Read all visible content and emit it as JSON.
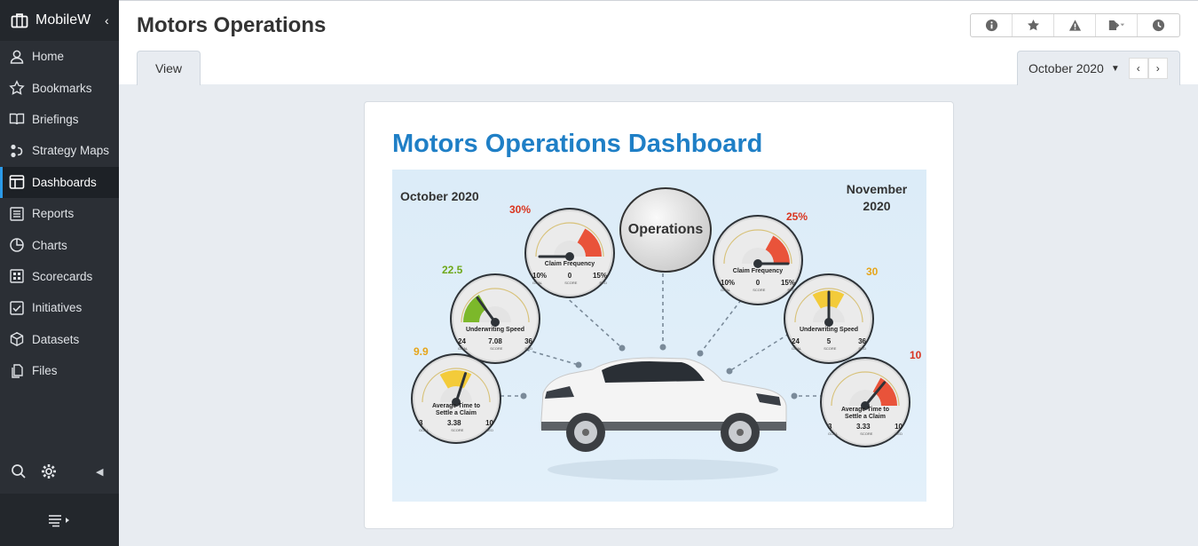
{
  "app": {
    "brand": "MobileW"
  },
  "sidebar": {
    "items": [
      {
        "label": "Home",
        "icon": "user-icon"
      },
      {
        "label": "Bookmarks",
        "icon": "star-icon"
      },
      {
        "label": "Briefings",
        "icon": "book-icon"
      },
      {
        "label": "Strategy Maps",
        "icon": "strategy-map-icon"
      },
      {
        "label": "Dashboards",
        "icon": "dashboard-icon",
        "active": true
      },
      {
        "label": "Reports",
        "icon": "report-icon"
      },
      {
        "label": "Charts",
        "icon": "pie-chart-icon"
      },
      {
        "label": "Scorecards",
        "icon": "scorecard-icon"
      },
      {
        "label": "Initiatives",
        "icon": "checkbox-icon"
      },
      {
        "label": "Datasets",
        "icon": "cube-icon"
      },
      {
        "label": "Files",
        "icon": "files-icon"
      }
    ]
  },
  "header": {
    "title": "Motors Operations",
    "tab": "View",
    "period": "October 2020"
  },
  "dashboard": {
    "title": "Motors Operations Dashboard",
    "left_period": "October 2020",
    "right_period": "November 2020",
    "center": "Operations",
    "caps": {
      "goal": "GOAL",
      "score": "SCORE",
      "red": "RED"
    },
    "gauges": [
      {
        "id": "oct-claim",
        "value_text": "30%",
        "value_color": "#d9341f",
        "title": "Claim Frequency",
        "goal": "10%",
        "score": "0",
        "red": "15%",
        "needle_fraction": 0.0,
        "fill_color": "#e9533a",
        "fill_from": 0.66,
        "fill_to": 1.0
      },
      {
        "id": "oct-underwriting",
        "value_text": "22.5",
        "value_color": "#6fa81b",
        "title": "Underwriting Speed",
        "goal": "24",
        "score": "7.08",
        "red": "36",
        "needle_fraction": 0.3,
        "fill_color": "#7cb82a",
        "fill_from": 0.0,
        "fill_to": 0.33
      },
      {
        "id": "oct-settle",
        "value_text": "9.9",
        "value_color": "#e6a51a",
        "title": "Average Time to Settle a Claim",
        "goal": "3",
        "score": "3.38",
        "red": "10",
        "needle_fraction": 0.6,
        "fill_color": "#f3cb3a",
        "fill_from": 0.33,
        "fill_to": 0.66
      },
      {
        "id": "nov-claim",
        "value_text": "25%",
        "value_color": "#d9341f",
        "title": "Claim Frequency",
        "goal": "10%",
        "score": "0",
        "red": "15%",
        "needle_fraction": 1.0,
        "fill_color": "#e9533a",
        "fill_from": 0.66,
        "fill_to": 1.0
      },
      {
        "id": "nov-underwriting",
        "value_text": "30",
        "value_color": "#e6a51a",
        "title": "Underwriting Speed",
        "goal": "24",
        "score": "5",
        "red": "36",
        "needle_fraction": 0.5,
        "fill_color": "#f3cb3a",
        "fill_from": 0.33,
        "fill_to": 0.66
      },
      {
        "id": "nov-settle",
        "value_text": "10",
        "value_color": "#d9341f",
        "title": "Average Time to Settle a Claim",
        "goal": "3",
        "score": "3.33",
        "red": "10",
        "needle_fraction": 0.72,
        "fill_color": "#e9533a",
        "fill_from": 0.66,
        "fill_to": 1.0
      }
    ]
  },
  "colors": {
    "accent": "#1f7fc6",
    "sidebar": "#2b2f35",
    "active_bar": "#2b9ae8"
  }
}
